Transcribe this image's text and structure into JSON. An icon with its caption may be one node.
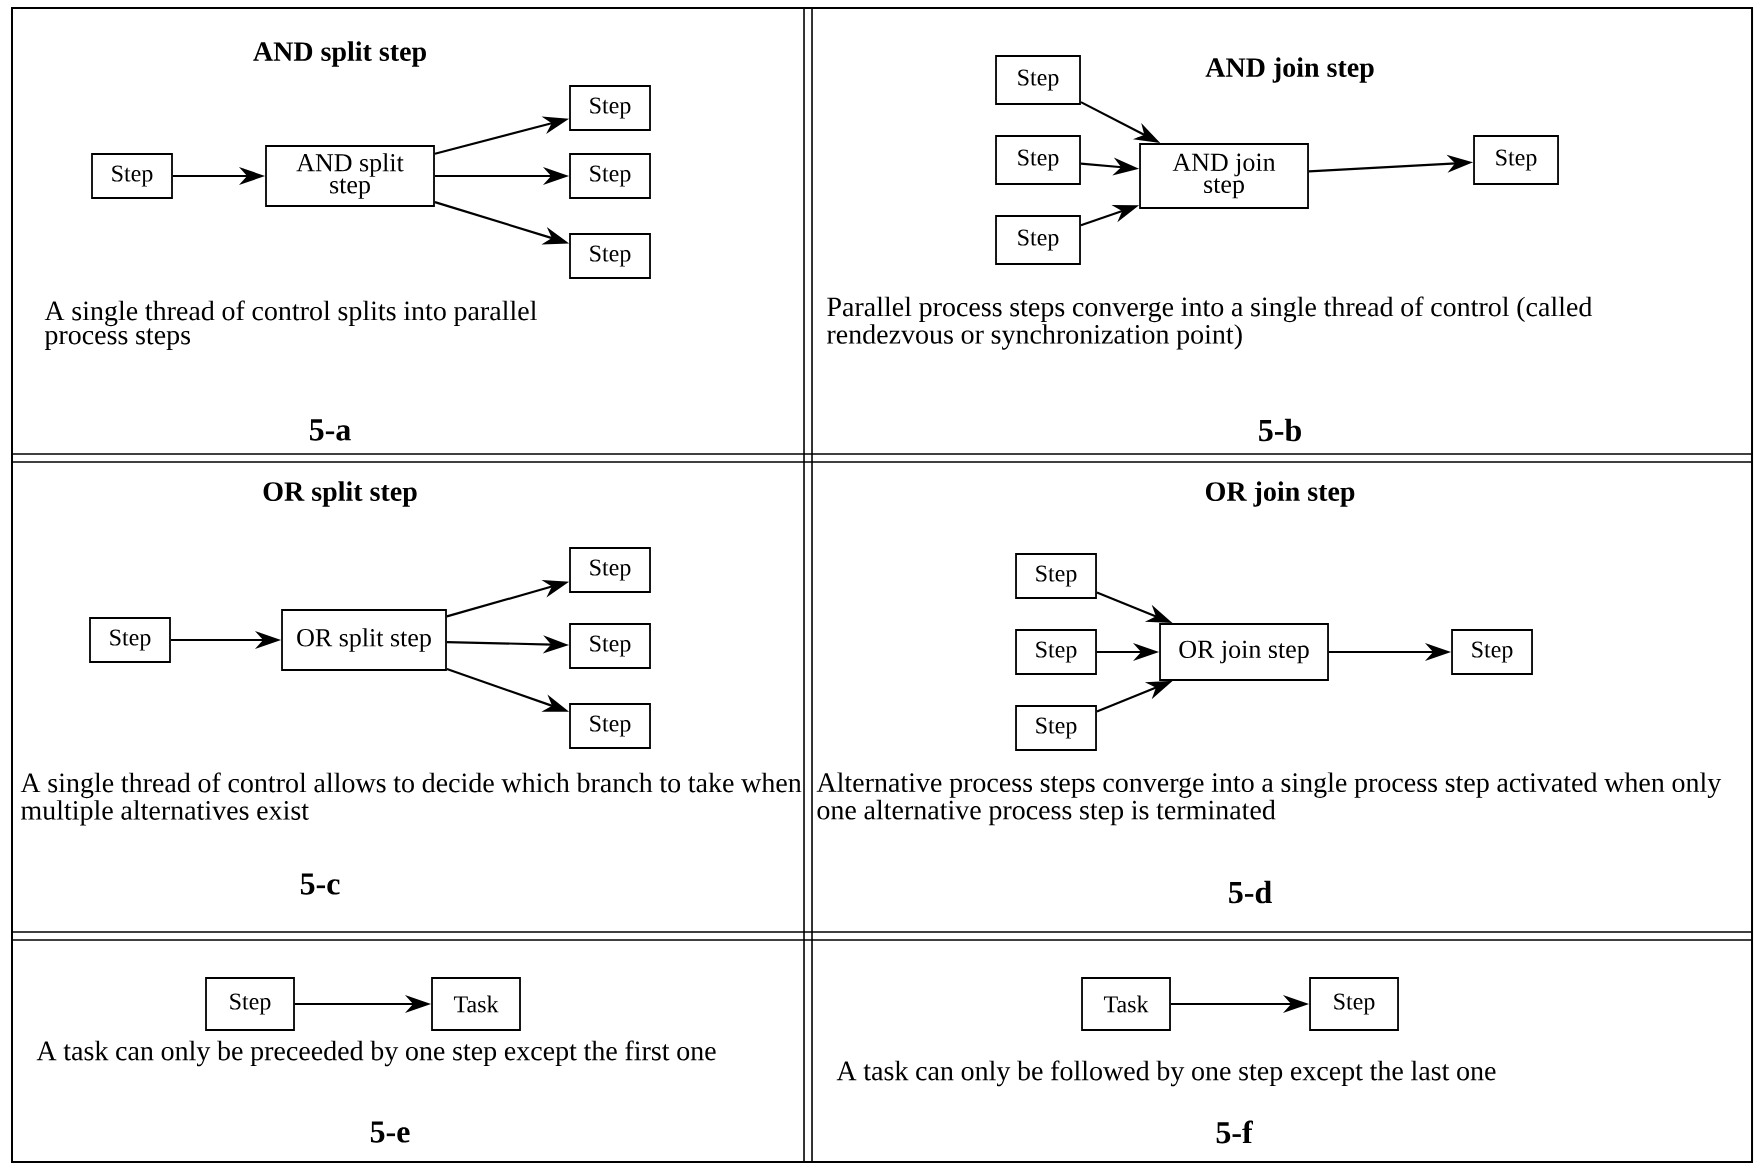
{
  "diagram": {
    "nodes": [
      {
        "text": [
          "Step"
        ]
      },
      {
        "text": [
          "AND split step"
        ]
      },
      {
        "text": [
          "Step"
        ]
      },
      {
        "text": [
          "Step"
        ]
      },
      {
        "text": [
          "Step"
        ]
      },
      {
        "text": [
          "Step"
        ]
      },
      {
        "text": [
          "Step"
        ]
      },
      {
        "text": [
          "Step"
        ]
      },
      {
        "text": [
          "AND join step"
        ]
      },
      {
        "text": [
          "Step"
        ]
      },
      {
        "text": [
          "Step"
        ]
      },
      {
        "text": [
          "OR split step"
        ]
      },
      {
        "text": [
          "Step"
        ]
      },
      {
        "text": [
          "Step"
        ]
      },
      {
        "text": [
          "Step"
        ]
      },
      {
        "text": [
          "Step"
        ]
      },
      {
        "text": [
          "Step"
        ]
      },
      {
        "text": [
          "Step"
        ]
      },
      {
        "text": [
          "OR join step"
        ]
      },
      {
        "text": [
          "Step"
        ]
      },
      {
        "text": [
          "Step"
        ]
      },
      {
        "text": [
          "Task"
        ]
      },
      {
        "text": [
          "Task"
        ]
      },
      {
        "text": [
          "Step"
        ]
      }
    ],
    "edges": [
      {
        "from": 0,
        "to": 1,
        "arrow": "to"
      },
      {
        "from": 1,
        "to": 2,
        "arrow": "to"
      },
      {
        "from": 1,
        "to": 3,
        "arrow": "to"
      },
      {
        "from": 1,
        "to": 4,
        "arrow": "to"
      },
      {
        "from": 5,
        "to": 8,
        "arrow": "to"
      },
      {
        "from": 6,
        "to": 8,
        "arrow": "to"
      },
      {
        "from": 7,
        "to": 8,
        "arrow": "to"
      },
      {
        "from": 8,
        "to": 9,
        "arrow": "to"
      },
      {
        "from": 10,
        "to": 11,
        "arrow": "to"
      },
      {
        "from": 11,
        "to": 12,
        "arrow": "to"
      },
      {
        "from": 11,
        "to": 13,
        "arrow": "to"
      },
      {
        "from": 11,
        "to": 14,
        "arrow": "to"
      },
      {
        "from": 15,
        "to": 18,
        "arrow": "to"
      },
      {
        "from": 16,
        "to": 18,
        "arrow": "to"
      },
      {
        "from": 17,
        "to": 18,
        "arrow": "to"
      },
      {
        "from": 18,
        "to": 19,
        "arrow": "to"
      },
      {
        "from": 20,
        "to": 21,
        "arrow": "to"
      },
      {
        "from": 22,
        "to": 23,
        "arrow": "to"
      }
    ],
    "labels": [
      "AND split step",
      "A single thread of control splits into parallel process steps",
      "5-a",
      "AND join step",
      "Parallel process steps converge into a single thread of control (called rendezvous or synchronization point)",
      "5-b",
      "OR split step",
      "A single thread of control allows to decide which branch to take when multiple alternatives exist",
      "5-c",
      "OR join step",
      "Alternative process steps converge into a single process step activated when only one alternative process step is terminated",
      "5-d",
      "A task can only be preceeded by one step except the first one",
      "5-e",
      "A task can only be followed by one step except the last one",
      "5-f"
    ]
  }
}
